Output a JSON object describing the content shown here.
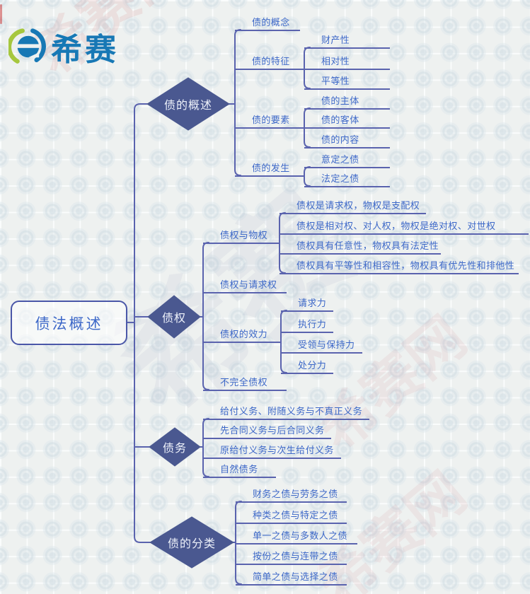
{
  "logo": {
    "text": "希赛",
    "icon": "xisai-e-logo-icon"
  },
  "watermark": {
    "brand": "希赛",
    "site": "希赛网"
  },
  "colors": {
    "line": "#5a63ae",
    "node_text": "#3d68c8",
    "diamond_fill": "#4a5890",
    "diamond_text": "#edf1fa",
    "root_border": "#4a57a8",
    "logo_blue": "#1778b5",
    "logo_green": "#a6c73e",
    "background": "#eef1f0"
  },
  "map": {
    "root": {
      "label": "债法概述"
    },
    "branches": [
      {
        "label": "债的概述",
        "children": [
          {
            "label": "债的概念",
            "children": []
          },
          {
            "label": "债的特征",
            "children": [
              {
                "label": "财产性"
              },
              {
                "label": "相对性"
              },
              {
                "label": "平等性"
              }
            ]
          },
          {
            "label": "债的要素",
            "children": [
              {
                "label": "债的主体"
              },
              {
                "label": "债的客体"
              },
              {
                "label": "债的内容"
              }
            ]
          },
          {
            "label": "债的发生",
            "children": [
              {
                "label": "意定之债"
              },
              {
                "label": "法定之债"
              }
            ]
          }
        ]
      },
      {
        "label": "债权",
        "children": [
          {
            "label": "债权与物权",
            "children": [
              {
                "label": "债权是请求权，物权是支配权"
              },
              {
                "label": "债权是相对权、对人权，物权是绝对权、对世权"
              },
              {
                "label": "债权具有任意性，物权具有法定性"
              },
              {
                "label": "债权具有平等性和相容性，物权具有优先性和排他性"
              }
            ]
          },
          {
            "label": "债权与请求权",
            "children": []
          },
          {
            "label": "债权的效力",
            "children": [
              {
                "label": "请求力"
              },
              {
                "label": "执行力"
              },
              {
                "label": "受领与保持力"
              },
              {
                "label": "处分力"
              }
            ]
          },
          {
            "label": "不完全债权",
            "children": []
          }
        ]
      },
      {
        "label": "债务",
        "children": [
          {
            "label": "给付义务、附随义务与不真正义务",
            "children": []
          },
          {
            "label": "先合同义务与后合同义务",
            "children": []
          },
          {
            "label": "原给付义务与次生给付义务",
            "children": []
          },
          {
            "label": "自然债务",
            "children": []
          }
        ]
      },
      {
        "label": "债的分类",
        "children": [
          {
            "label": "财务之债与劳务之债",
            "children": []
          },
          {
            "label": "种类之债与特定之债",
            "children": []
          },
          {
            "label": "单一之债与多数人之债",
            "children": []
          },
          {
            "label": "按份之债与连带之债",
            "children": []
          },
          {
            "label": "简单之债与选择之债",
            "children": []
          }
        ]
      }
    ]
  }
}
